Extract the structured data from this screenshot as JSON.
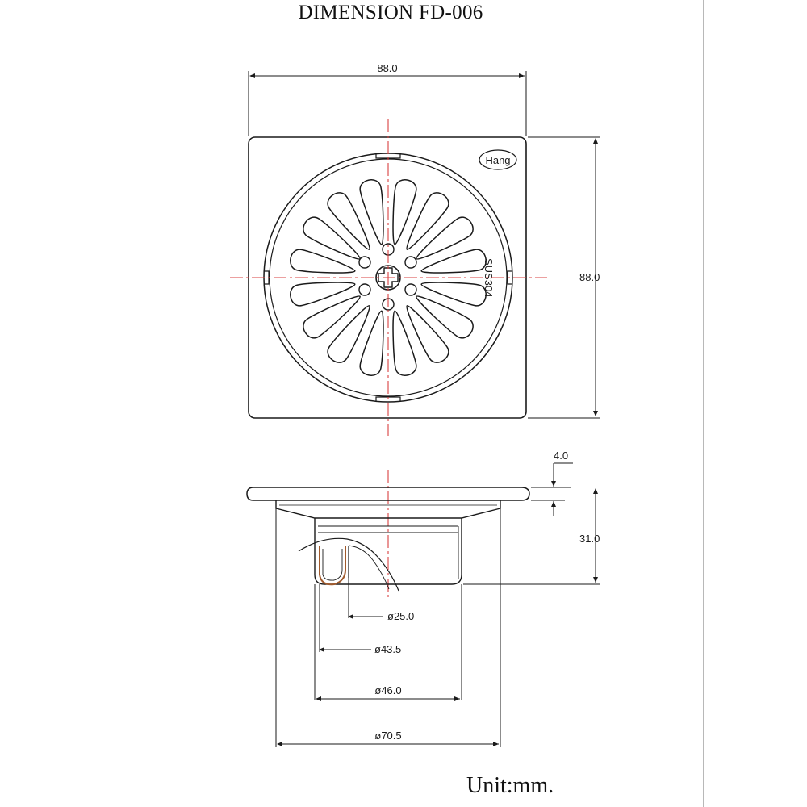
{
  "title": "DIMENSION FD-006",
  "unit_label": "Unit:mm.",
  "brand_logo": "Hang",
  "material_mark": "SUS304",
  "dimensions": {
    "top_width": "88.0",
    "top_height": "88.0",
    "flange_thickness": "4.0",
    "body_depth": "31.0",
    "dia_25": "ø25.0",
    "dia_43_5": "ø43.5",
    "dia_46": "ø46.0",
    "dia_70_5": "ø70.5"
  },
  "colors": {
    "line": "#1a1a1a",
    "center_line": "#d94040",
    "dim_line": "#1a1a1a"
  }
}
